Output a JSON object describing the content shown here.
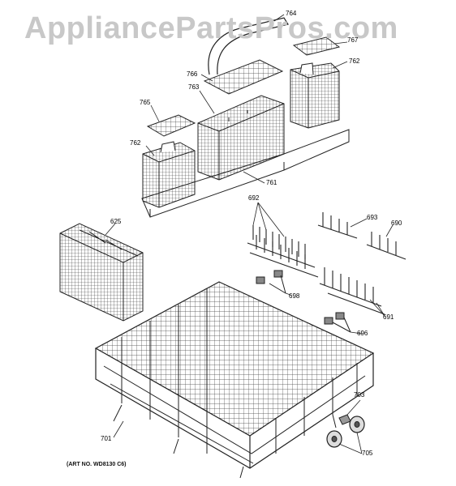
{
  "watermark": "AppliancePartsPros.com",
  "art_number": "(ART NO. WD8130 C6)",
  "callouts": {
    "c764": "764",
    "c767": "767",
    "c762a": "762",
    "c766": "766",
    "c763": "763",
    "c765": "765",
    "c762b": "762",
    "c761": "761",
    "c692": "692",
    "c693": "693",
    "c690": "690",
    "c625": "625",
    "c698": "698",
    "c691": "691",
    "c696": "696",
    "c703": "703",
    "c701": "701",
    "c705": "705"
  }
}
